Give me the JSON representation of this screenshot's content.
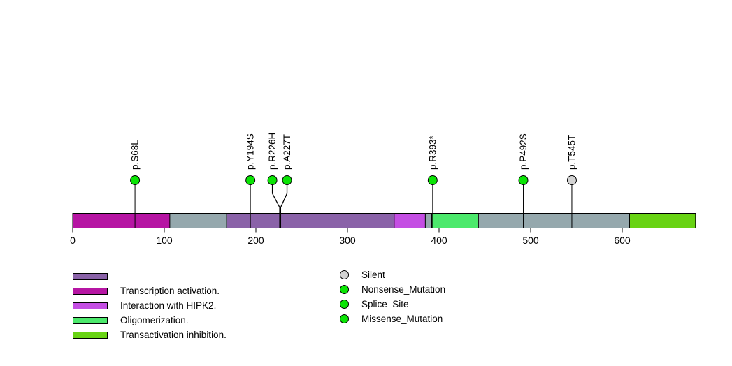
{
  "chart_data": {
    "type": "lollipop",
    "title": "",
    "xlabel": "",
    "axis": {
      "ticks": [
        0,
        100,
        200,
        300,
        400,
        500,
        600
      ],
      "xlim": [
        0,
        680
      ]
    },
    "protein_length": 680,
    "backbone_color": "#95A8AD",
    "domains": [
      {
        "label": "Transcription activation.",
        "start": 0,
        "end": 106,
        "color": "#B615A3"
      },
      {
        "label": "",
        "start": 168,
        "end": 351,
        "color": "#8A62A8"
      },
      {
        "label": "Interaction with HIPK2.",
        "start": 351,
        "end": 385,
        "color": "#C44EE3"
      },
      {
        "label": "Oligomerization.",
        "start": 392,
        "end": 443,
        "color": "#4CE96C"
      },
      {
        "label": "Transactivation inhibition.",
        "start": 608,
        "end": 680,
        "color": "#68D313"
      }
    ],
    "mutations": [
      {
        "label": "p.S68L",
        "pos": 68,
        "display_pos": 68,
        "type": "Missense_Mutation",
        "color": "#0BE405"
      },
      {
        "label": "p.Y194S",
        "pos": 194,
        "display_pos": 194,
        "type": "Missense_Mutation",
        "color": "#0BE405"
      },
      {
        "label": "p.R226H",
        "pos": 226,
        "display_pos": 218,
        "type": "Missense_Mutation",
        "color": "#0BE405"
      },
      {
        "label": "p.A227T",
        "pos": 227,
        "display_pos": 234,
        "type": "Missense_Mutation",
        "color": "#0BE405"
      },
      {
        "label": "p.R393*",
        "pos": 393,
        "display_pos": 393,
        "type": "Nonsense_Mutation",
        "color": "#0BE405"
      },
      {
        "label": "p.P492S",
        "pos": 492,
        "display_pos": 492,
        "type": "Missense_Mutation",
        "color": "#0BE405"
      },
      {
        "label": "p.T545T",
        "pos": 545,
        "display_pos": 545,
        "type": "Silent",
        "color": "#D3D3D3"
      }
    ],
    "legend_domains": [
      {
        "label": "",
        "color": "#8A62A8"
      },
      {
        "label": "Transcription activation.",
        "color": "#B615A3"
      },
      {
        "label": "Interaction with HIPK2.",
        "color": "#C44EE3"
      },
      {
        "label": "Oligomerization.",
        "color": "#4CE96C"
      },
      {
        "label": "Transactivation inhibition.",
        "color": "#68D313"
      }
    ],
    "legend_mutation_types": [
      {
        "label": "Silent",
        "color": "#D3D3D3"
      },
      {
        "label": "Nonsense_Mutation",
        "color": "#0BE405"
      },
      {
        "label": "Splice_Site",
        "color": "#0BE405"
      },
      {
        "label": "Missense_Mutation",
        "color": "#0BE405"
      }
    ]
  }
}
